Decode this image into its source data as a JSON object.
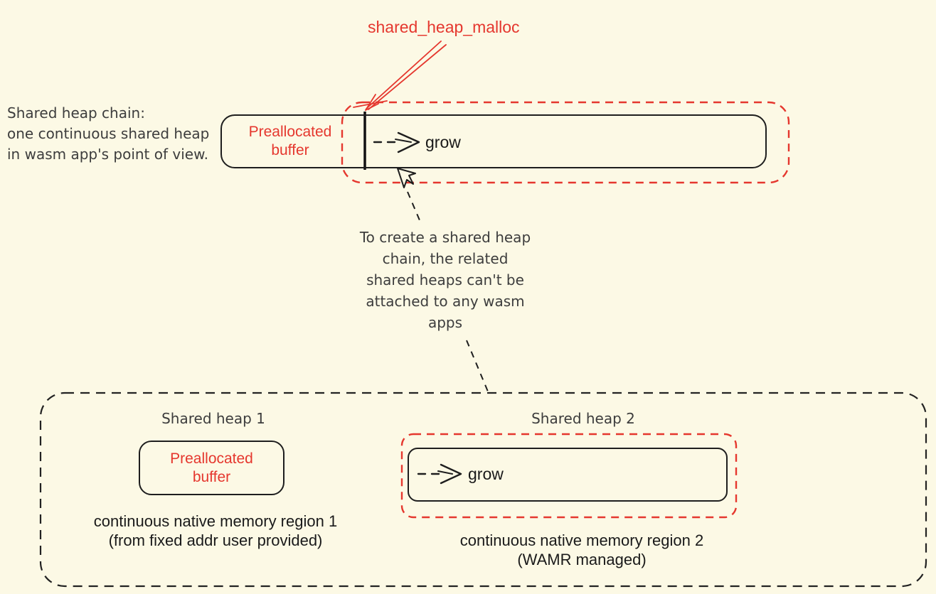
{
  "colors": {
    "background": "#fcf9e5",
    "accent_red": "#e5372e",
    "ink": "#1e1e1e",
    "soft_ink": "#3d3d3d"
  },
  "header": {
    "malloc_label": "shared_heap_malloc"
  },
  "chain": {
    "description": "Shared heap chain:\none continuous shared heap\nin wasm app's point of view.",
    "buffer_label": "Preallocated\nbuffer",
    "grow_label": "grow"
  },
  "note": {
    "text": "To create a shared heap\nchain, the related\nshared heaps can't be\nattached to any wasm\napps"
  },
  "regions": {
    "heap1": {
      "title": "Shared heap 1",
      "buffer_label": "Preallocated\nbuffer",
      "caption": "continuous native memory region 1\n(from fixed addr user provided)"
    },
    "heap2": {
      "title": "Shared heap 2",
      "grow_label": "grow",
      "caption": "continuous native memory region 2\n(WAMR managed)"
    }
  },
  "icons": {
    "malloc_arrow": "↙",
    "grow_arrow": "- - >",
    "pointer_cursor": "↖",
    "connector": "dashed-line"
  }
}
